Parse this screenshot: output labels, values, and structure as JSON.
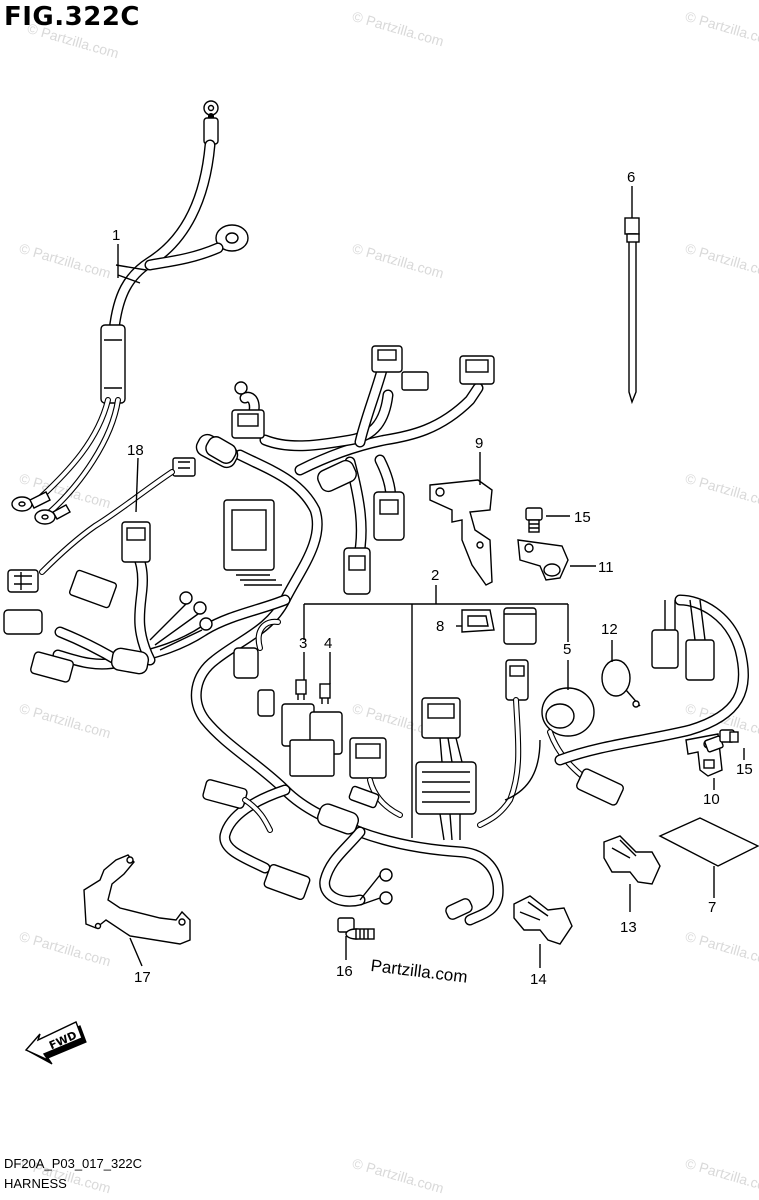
{
  "figure": {
    "title": "FIG.322C",
    "code": "DF20A_P03_017_322C",
    "name": "HARNESS"
  },
  "brand_mark": "Partzilla.com",
  "watermark_text": "© Partzilla.com",
  "direction_label": "FWD",
  "callouts": [
    "1",
    "2",
    "3",
    "4",
    "5",
    "6",
    "7",
    "8",
    "9",
    "10",
    "11",
    "12",
    "13",
    "14",
    "15",
    "15",
    "16",
    "17",
    "18"
  ],
  "colors": {
    "ink": "#000000",
    "watermark": "#d9d9d9",
    "background": "#ffffff"
  }
}
